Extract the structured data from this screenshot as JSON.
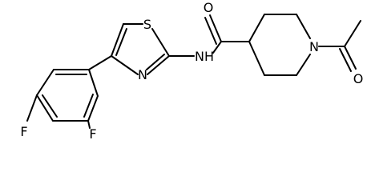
{
  "atoms": {
    "sulfur": "S",
    "thiazole_nitrogen": "N",
    "amide_nitrogen": "NH",
    "amide_oxygen": "O",
    "piperidine_nitrogen": "N",
    "acetyl_oxygen": "O",
    "fluorine_ortho": "F",
    "fluorine_para": "F"
  }
}
